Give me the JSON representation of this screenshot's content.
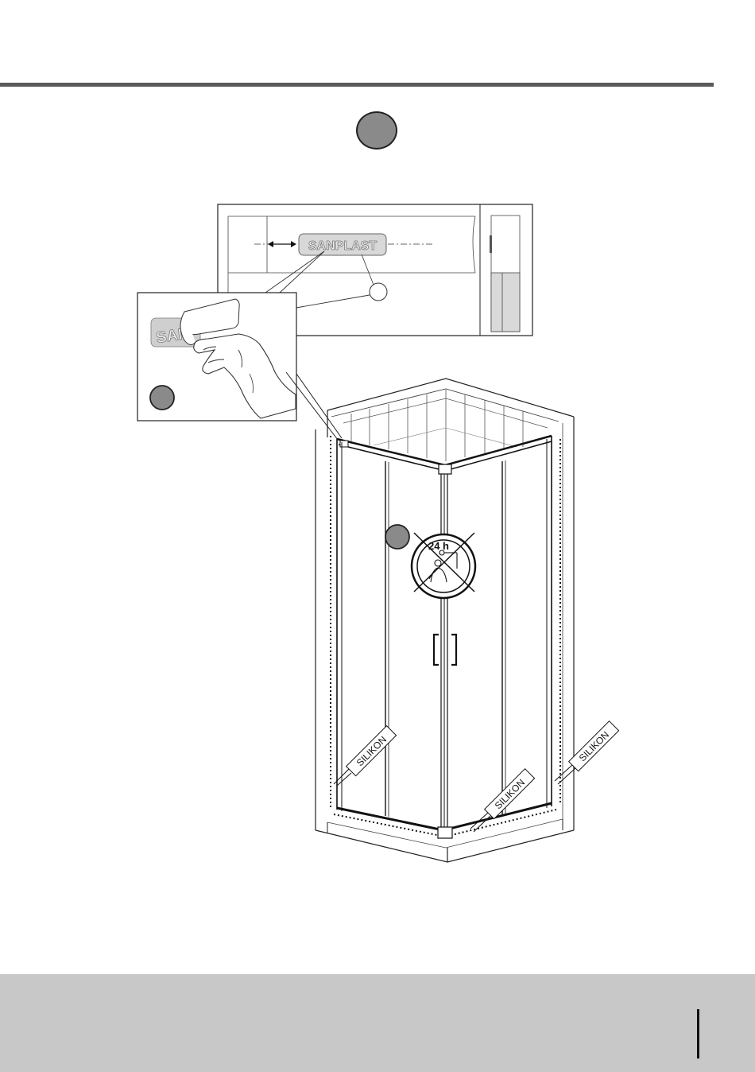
{
  "brand_label": "SANPLAST",
  "brand_label_partial": "SAN",
  "no_shower_sign": {
    "duration": "24 h",
    "icon": "no-shower-icon"
  },
  "silicone_labels": [
    "SILIKON",
    "SILIKON",
    "SILIKON"
  ],
  "colors": {
    "step_marker": "#8a8a8a",
    "top_rule": "#5a5a5a",
    "footer": "#c8c8c8"
  }
}
